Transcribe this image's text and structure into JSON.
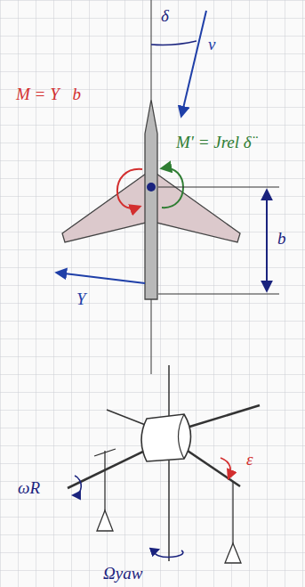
{
  "diagram": {
    "labels": [
      "δ",
      "v⃗",
      "M = Y⃗b",
      "M' = Jrel δ̈",
      "b",
      "Y⃗",
      "ε",
      "ωR",
      "Ωyaw"
    ]
  }
}
